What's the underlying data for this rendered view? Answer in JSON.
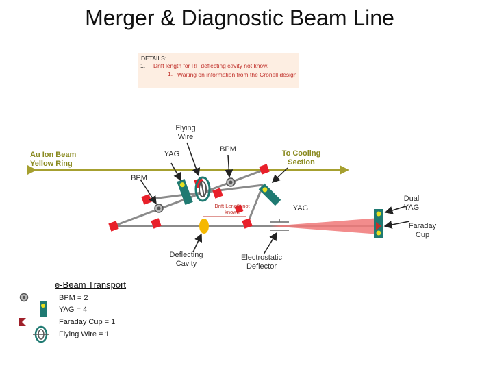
{
  "title": "Merger & Diagnostic Beam Line",
  "details": {
    "heading": "DETAILS:",
    "item1_number": "1.",
    "item1": "Drift length for RF deflecting cavity not know.",
    "item1_sub_number": "1.",
    "item1_sub": "Waiting on information from the Cronell design"
  },
  "labels": {
    "flying_wire": "Flying\nWire",
    "au_ion_beam": "Au Ion Beam\nYellow Ring",
    "yag_top": "YAG",
    "bpm_top": "BPM",
    "to_cooling": "To Cooling\nSection",
    "bpm_left": "BPM",
    "drift_length": "Drift Length not\nknown",
    "yag_right": "YAG",
    "dual_yag": "Dual\nYAG",
    "faraday_cup": "Faraday\nCup",
    "deflecting_cavity": "Deflecting\nCavity",
    "electrostatic_deflector": "Electrostatic\nDeflector"
  },
  "legend": {
    "title": "e-Beam Transport",
    "items": [
      "BPM = 2",
      "YAG = 4",
      "Faraday Cup = 1",
      "Flying Wire = 1"
    ]
  },
  "colors": {
    "beamline": "#8a8a8a",
    "ion_beam": "#a6a030",
    "magnet": "#e8202a",
    "yag": "#1f7a72",
    "laser": "#f07878",
    "cavity": "#f5b800"
  }
}
